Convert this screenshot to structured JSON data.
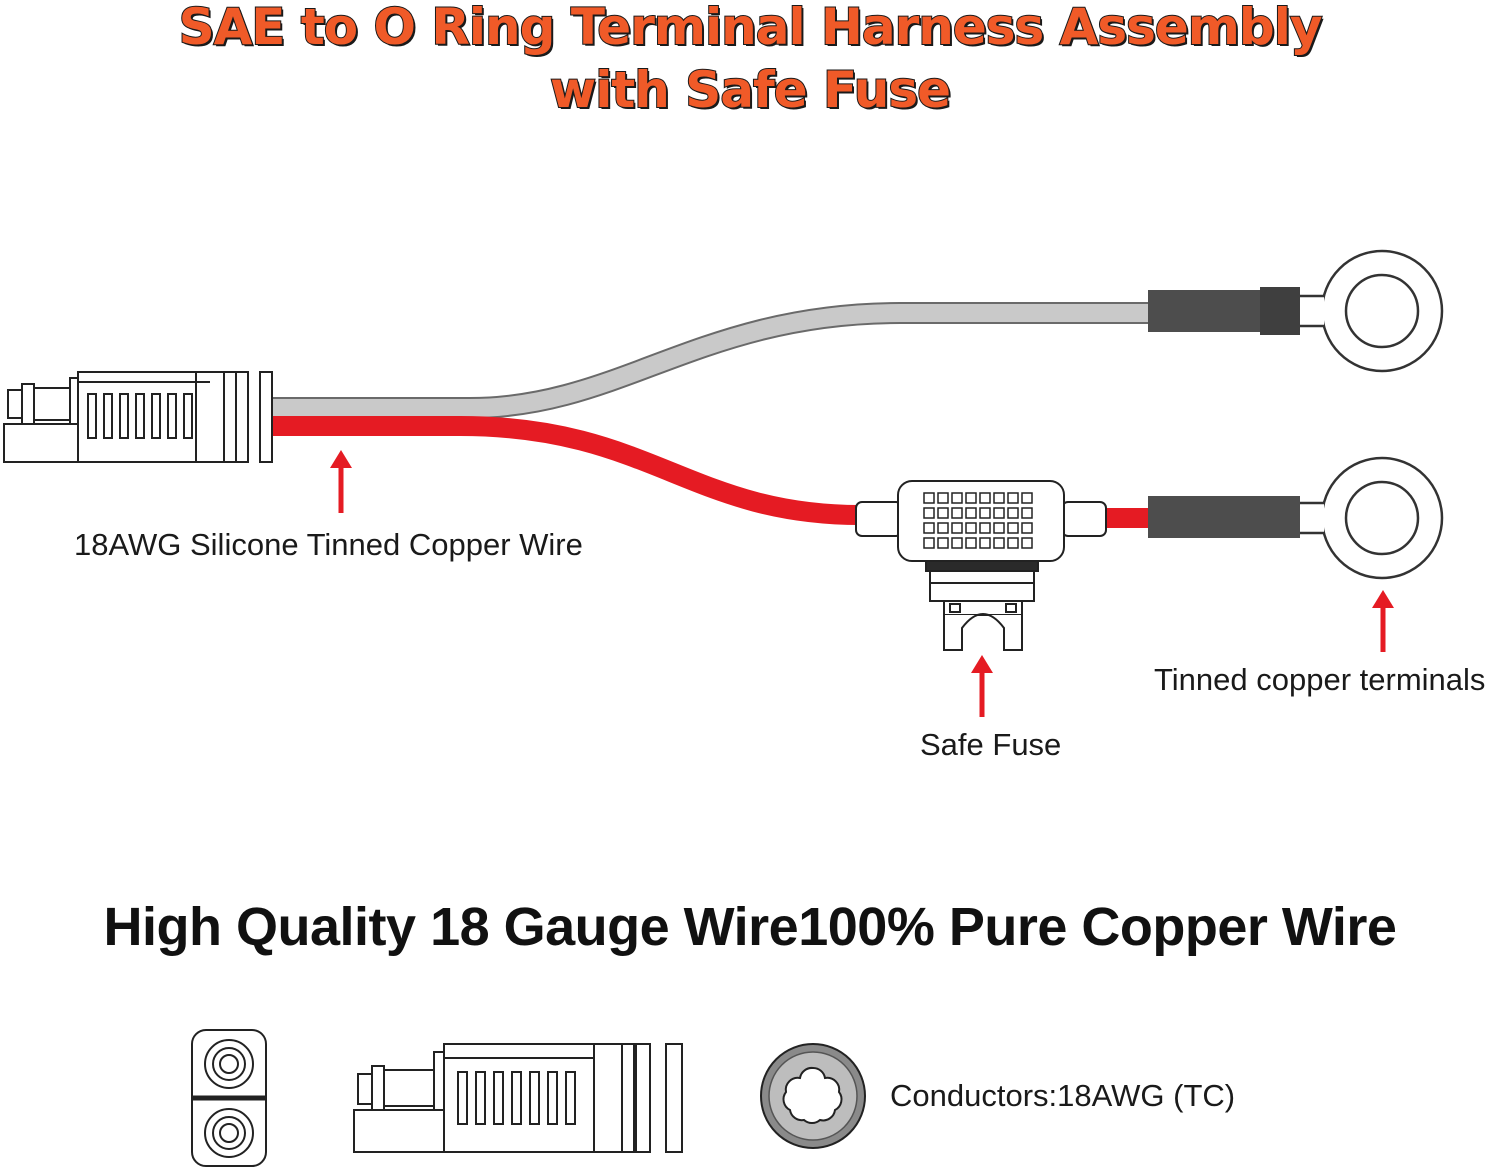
{
  "title": {
    "line1": "SAE to O Ring Terminal Harness Assembly",
    "line2": "with Safe Fuse"
  },
  "labels": {
    "wire": "18AWG Silicone Tinned Copper Wire",
    "fuse": "Safe Fuse",
    "terminals": "Tinned copper terminals",
    "conductors": "Conductors:18AWG (TC)"
  },
  "bottom_heading": "High Quality 18 Gauge Wire100% Pure Copper Wire",
  "colors": {
    "title_fill": "#f05a28",
    "red_wire": "#e51b23",
    "grey_wire": "#c9c9c9",
    "heat_shrink": "#4d4d4d",
    "arrow": "#e51b23"
  },
  "icons": [
    "sae-connector-icon",
    "ring-terminal-icon",
    "fuse-holder-icon",
    "blade-fuse-icon",
    "sae-face-icon",
    "wire-cross-section-icon"
  ]
}
